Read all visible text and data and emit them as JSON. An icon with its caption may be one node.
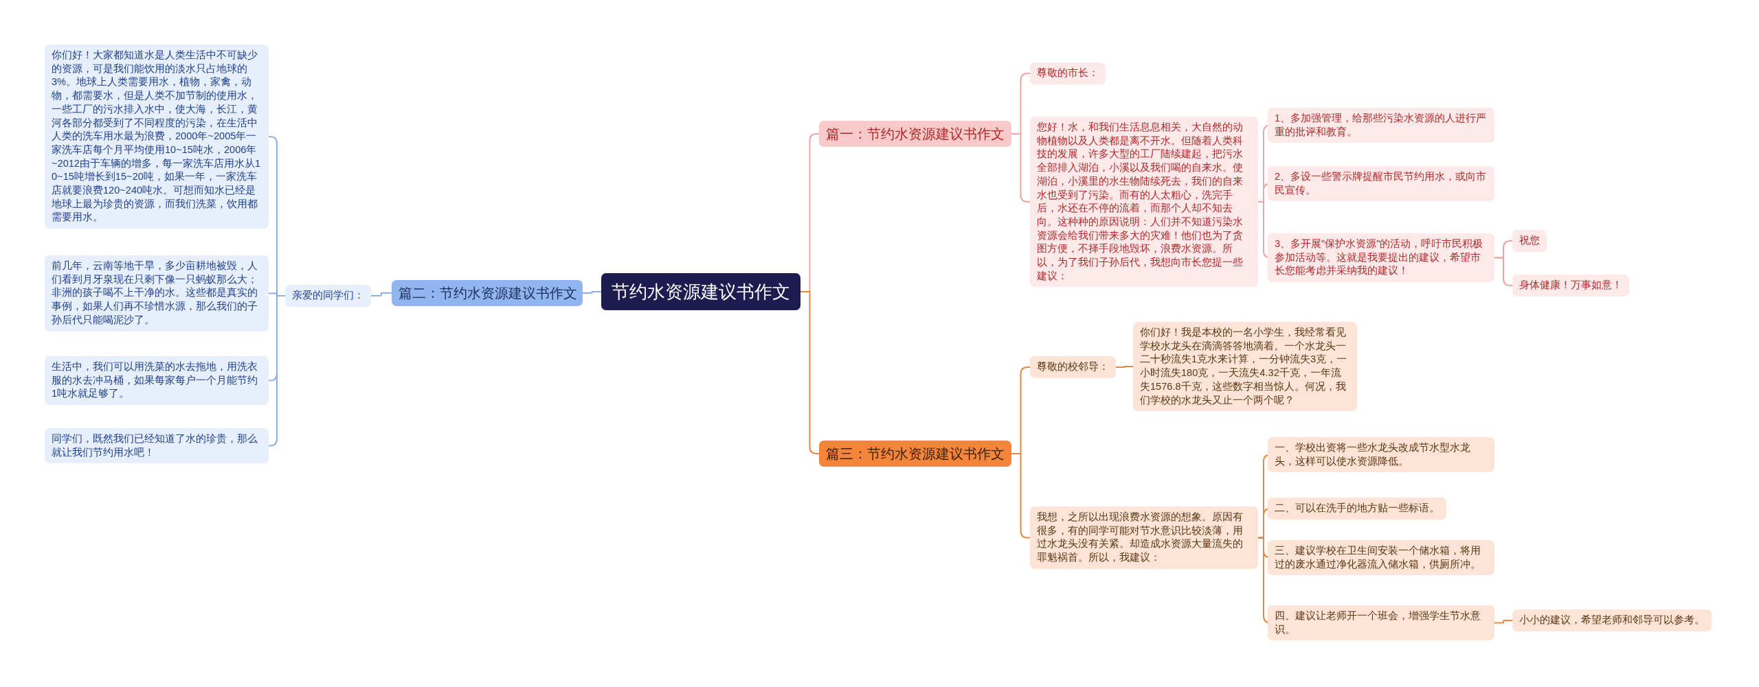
{
  "diagram": {
    "nodes": [
      {
        "text": [
          "节约水资源建议书作文"
        ]
      },
      {
        "text": [
          "篇一：节约水资源建议书作文"
        ]
      },
      {
        "text": [
          "尊敬的市长："
        ]
      },
      {
        "text": [
          "您好！水，和我们生活息息相关，大自然的动物植物以及人类都是离不开水。但随着人类科技的发展，许多大型的工厂陆续建起，把污水全部排入湖泊，小溪以及我们喝的自来水。使湖泊，小溪里的水生物陆续死去，我们的自来水也受到了污染。而有的人太粗心，洗完手后，水还在不停的流着，而那个人却不知去向。这种种的原因说明：人们并不知道污染水资源会给我们带来多大的灾难！他们也为了贪图方便，不择手段地毁坏，浪费水资源。所以，为了我们子孙后代，我想向市长您提一些建议："
        ]
      },
      {
        "text": [
          "1、多加强管理，给那些污染水资源的人进行严重的批评和教育。"
        ]
      },
      {
        "text": [
          "2、多设一些警示牌提醒市民节约用水，或向市民宣传。"
        ]
      },
      {
        "text": [
          "3、多开展\"保护水资源\"的活动，呼吁市民积极参加活动等。这就是我要提出的建议，希望市长您能考虑并采纳我的建议！"
        ]
      },
      {
        "text": [
          "祝您"
        ]
      },
      {
        "text": [
          "身体健康！万事如意！"
        ]
      },
      {
        "text": [
          "篇三：节约水资源建议书作文"
        ]
      },
      {
        "text": [
          "尊敬的校邻导："
        ]
      },
      {
        "text": [
          "你们好！我是本校的一名小学生，我经常看见学校水龙头在滴滴答答地滴着。一个水龙头一二十秒流失1克水来计算，一分钟流失3克，一小时流失180克，一天流失4.32千克，一年流失1576.8千克，这些数字相当惊人。何况，我们学校的水龙头又止一个两个呢？"
        ]
      },
      {
        "text": [
          "我想，之所以出现浪费水资源的想象。原因有很多，有的同学可能对节水意识比较淡薄，用过水龙头没有关紧。却造成水资源大量流失的罪魁祸首。所以，我建议："
        ]
      },
      {
        "text": [
          "一、学校出资将一些水龙头改成节水型水龙头，这样可以使水资源降低。"
        ]
      },
      {
        "text": [
          "二、可以在洗手的地方贴一些标语。"
        ]
      },
      {
        "text": [
          "三、建议学校在卫生间安装一个储水箱，将用过的废水通过净化器流入储水箱，供厕所冲。"
        ]
      },
      {
        "text": [
          "四、建议让老师开一个班会，增强学生节水意识。"
        ]
      },
      {
        "text": [
          "小小的建议，希望老师和邻导可以参考。"
        ]
      },
      {
        "text": [
          "篇二：节约水资源建议书作文"
        ]
      },
      {
        "text": [
          "亲爱的同学们："
        ]
      },
      {
        "text": [
          "你们好！大家都知道水是人类生活中不可缺少的资源，可是我们能饮用的淡水只占地球的3%。地球上人类需要用水，植物，家禽，动物，都需要水，但是人类不加节制的使用水，一些工厂的污水排入水中，使大海，长江，黄河各部分都受到了不同程度的污染，在生活中人类的洗车用水最为浪费，2000年~2005年一家洗车店每个月平均使用10~15吨水，2006年~2012由于车辆的增多，每一家洗车店用水从10~15吨增长到15~20吨，如果一年，一家洗车店就要浪费120~240吨水。可想而知水已经是地球上最为珍贵的资源，而我们洗菜，饮用都需要用水。"
        ]
      },
      {
        "text": [
          "前几年，云南等地干旱，多少亩耕地被毁，人们看到月牙泉现在只剩下像一只蚂蚁那么大；非洲的孩子喝不上干净的水。这些都是真实的事例，如果人们再不珍惜水源，那么我们的子孙后代只能喝泥沙了。"
        ]
      },
      {
        "text": [
          "生活中，我们可以用洗菜的水去拖地，用洗衣服的水去冲马桶，如果每家每户一个月能节约1吨水就足够了。"
        ]
      },
      {
        "text": [
          "同学们，既然我们已经知道了水的珍贵，那么就让我们节约用水吧！"
        ]
      }
    ],
    "edges": [
      {
        "from": 0,
        "to": 1,
        "arrow": "none",
        "color": "#f0a3a3"
      },
      {
        "from": 1,
        "to": 2,
        "arrow": "none",
        "color": "#f0a3a3"
      },
      {
        "from": 1,
        "to": 3,
        "arrow": "none",
        "color": "#f0a3a3"
      },
      {
        "from": 3,
        "to": 4,
        "arrow": "none",
        "color": "#f0a3a3"
      },
      {
        "from": 3,
        "to": 5,
        "arrow": "none",
        "color": "#f0a3a3"
      },
      {
        "from": 3,
        "to": 6,
        "arrow": "none",
        "color": "#f0a3a3"
      },
      {
        "from": 6,
        "to": 7,
        "arrow": "none",
        "color": "#f0a3a3"
      },
      {
        "from": 6,
        "to": 8,
        "arrow": "none",
        "color": "#f0a3a3"
      },
      {
        "from": 0,
        "to": 9,
        "arrow": "none"
      },
      {
        "from": 9,
        "to": 10,
        "arrow": "none"
      },
      {
        "from": 10,
        "to": 11,
        "arrow": "none"
      },
      {
        "from": 9,
        "to": 12,
        "arrow": "none"
      },
      {
        "from": 12,
        "to": 13,
        "arrow": "none"
      },
      {
        "from": 12,
        "to": 14,
        "arrow": "none"
      },
      {
        "from": 12,
        "to": 15,
        "arrow": "none"
      },
      {
        "from": 12,
        "to": 16,
        "arrow": "none"
      },
      {
        "from": 16,
        "to": 17,
        "arrow": "none"
      },
      {
        "from": 0,
        "to": 18,
        "arrow": "none",
        "color": "#8eaee0"
      },
      {
        "from": 18,
        "to": 19,
        "arrow": "none",
        "color": "#8eaee0"
      },
      {
        "from": 19,
        "to": 20,
        "arrow": "none",
        "color": "#8eaee0"
      },
      {
        "from": 19,
        "to": 21,
        "arrow": "none",
        "color": "#8eaee0"
      },
      {
        "from": 19,
        "to": 22,
        "arrow": "none",
        "color": "#8eaee0"
      },
      {
        "from": 19,
        "to": 23,
        "arrow": "none",
        "color": "#8eaee0"
      }
    ]
  }
}
